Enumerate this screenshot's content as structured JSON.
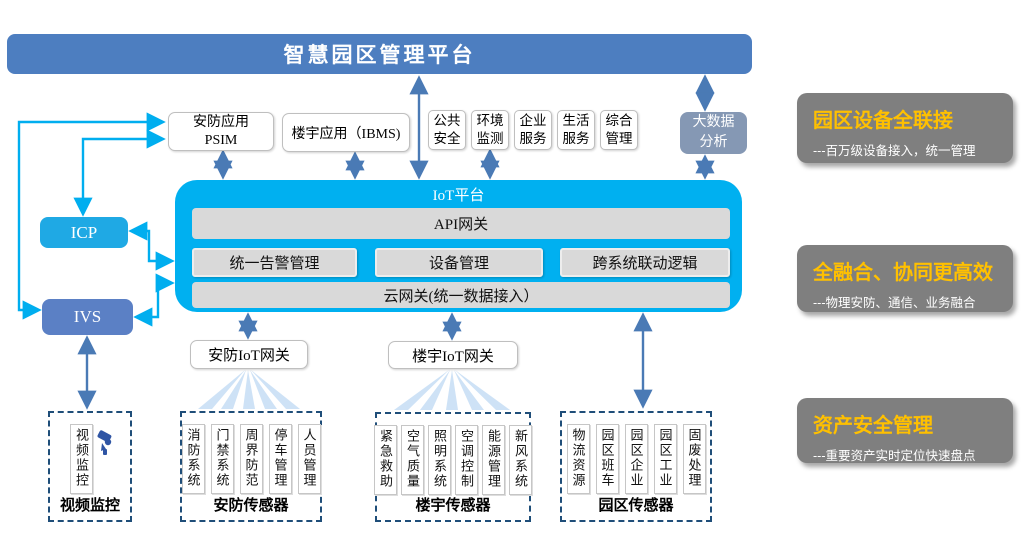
{
  "banner": {
    "title": "智慧园区管理平台"
  },
  "apps": {
    "psim": {
      "line1": "安防应用",
      "line2": "PSIM"
    },
    "ibms": "楼宇应用（IBMS)",
    "services": [
      "公共安全",
      "环境监测",
      "企业服务",
      "生活服务",
      "综合管理"
    ],
    "bigdata": {
      "line1": "大数据",
      "line2": "分析"
    }
  },
  "left": {
    "icp": "ICP",
    "ivs": "IVS"
  },
  "platform": {
    "title": "IoT平台",
    "api_gateway": "API网关",
    "modules": [
      "统一告警管理",
      "设备管理",
      "跨系统联动逻辑"
    ],
    "cloud_gateway": "云网关(统一数据接入）"
  },
  "gateways": {
    "security": "安防IoT网关",
    "building": "楼宇IoT网关"
  },
  "sensors": {
    "video": {
      "item": "视频监控",
      "label": "视频监控"
    },
    "security": {
      "items": [
        "消防系统",
        "门禁系统",
        "周界防范",
        "停车管理",
        "人员管理"
      ],
      "label": "安防传感器"
    },
    "building": {
      "items": [
        "紧急救助",
        "空气质量",
        "照明系统",
        "空调控制",
        "能源管理",
        "新风系统"
      ],
      "label": "楼宇传感器"
    },
    "park": {
      "items": [
        "物流资源",
        "园区班车",
        "园区企业",
        "园区工业",
        "固废处理"
      ],
      "label": "园区传感器"
    }
  },
  "benefits": [
    {
      "title": "园区设备全联接",
      "desc": "---百万级设备接入，统一管理"
    },
    {
      "title": "全融合、协同更高效",
      "desc": "---物理安防、通信、业务融合"
    },
    {
      "title": "资产安全管理",
      "desc": "---重要资产实时定位快速盘点"
    }
  ],
  "colors": {
    "banner": "#4D7EC0",
    "platform": "#00B0F0",
    "icp": "#1FA9E4",
    "ivs": "#5B80C5",
    "bigdata": "#8598B4",
    "benefit_bg": "#7F7F7F",
    "benefit_title": "#FFC000",
    "cyan_connector": "#00AEEF",
    "steel_arrow": "#4A7AB5",
    "dashed_border": "#1F4E79",
    "gray_bar": "#D9D9D9"
  }
}
